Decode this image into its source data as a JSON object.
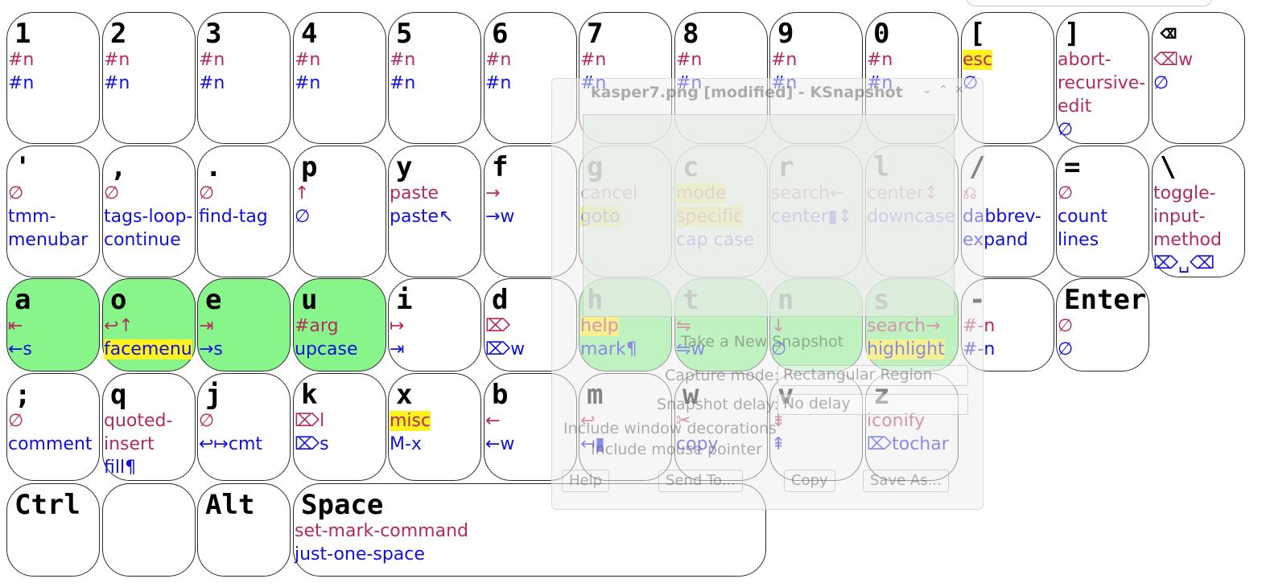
{
  "colors": {
    "primary": "#b32a5f",
    "secondary": "#0f10e0",
    "highlight": "#fff21f",
    "home_key": "#88f58a"
  },
  "keyboard": {
    "rows": [
      [
        {
          "label": "1",
          "lines": [
            {
              "text": "#n",
              "color": "primary"
            },
            {
              "text": "#n",
              "color": "secondary"
            }
          ]
        },
        {
          "label": "2",
          "lines": [
            {
              "text": "#n",
              "color": "primary"
            },
            {
              "text": "#n",
              "color": "secondary"
            }
          ]
        },
        {
          "label": "3",
          "lines": [
            {
              "text": "#n",
              "color": "primary"
            },
            {
              "text": "#n",
              "color": "secondary"
            }
          ]
        },
        {
          "label": "4",
          "lines": [
            {
              "text": "#n",
              "color": "primary"
            },
            {
              "text": "#n",
              "color": "secondary"
            }
          ]
        },
        {
          "label": "5",
          "lines": [
            {
              "text": "#n",
              "color": "primary"
            },
            {
              "text": "#n",
              "color": "secondary"
            }
          ]
        },
        {
          "label": "6",
          "lines": [
            {
              "text": "#n",
              "color": "primary"
            },
            {
              "text": "#n",
              "color": "secondary"
            }
          ]
        },
        {
          "label": "7",
          "lines": [
            {
              "text": "#n",
              "color": "primary"
            },
            {
              "text": "#n",
              "color": "secondary"
            }
          ]
        },
        {
          "label": "8",
          "lines": [
            {
              "text": "#n",
              "color": "primary"
            },
            {
              "text": "#n",
              "color": "secondary"
            }
          ]
        },
        {
          "label": "9",
          "lines": [
            {
              "text": "#n",
              "color": "primary"
            },
            {
              "text": "#n",
              "color": "secondary"
            }
          ]
        },
        {
          "label": "0",
          "lines": [
            {
              "text": "#n",
              "color": "primary"
            },
            {
              "text": "#n",
              "color": "secondary"
            }
          ]
        },
        {
          "label": "[",
          "lines": [
            {
              "text": "esc",
              "color": "primary",
              "hl": true
            },
            {
              "text": "∅",
              "color": "secondary"
            }
          ]
        },
        {
          "label": "]",
          "lines": [
            {
              "text": "abort-",
              "color": "primary"
            },
            {
              "text": "recursive-",
              "color": "primary"
            },
            {
              "text": "edit",
              "color": "primary"
            },
            {
              "text": "∅",
              "color": "secondary"
            }
          ]
        },
        {
          "label": "⌫",
          "lines": [
            {
              "text": "⌫w",
              "color": "primary"
            },
            {
              "text": "∅",
              "color": "secondary"
            }
          ]
        }
      ],
      [
        {
          "label": "'",
          "lines": [
            {
              "text": "∅",
              "color": "primary"
            },
            {
              "text": "tmm-",
              "color": "secondary"
            },
            {
              "text": "menubar",
              "color": "secondary"
            }
          ]
        },
        {
          "label": ",",
          "lines": [
            {
              "text": "∅",
              "color": "primary"
            },
            {
              "text": "tags-loop-",
              "color": "secondary"
            },
            {
              "text": "continue",
              "color": "secondary"
            }
          ]
        },
        {
          "label": ".",
          "lines": [
            {
              "text": "∅",
              "color": "primary"
            },
            {
              "text": "find-tag",
              "color": "secondary"
            }
          ]
        },
        {
          "label": "p",
          "lines": [
            {
              "text": "↑",
              "color": "primary"
            },
            {
              "text": "∅",
              "color": "secondary"
            }
          ]
        },
        {
          "label": "y",
          "lines": [
            {
              "text": "paste",
              "color": "primary"
            },
            {
              "text": "paste↖",
              "color": "secondary"
            }
          ]
        },
        {
          "label": "f",
          "lines": [
            {
              "text": "→",
              "color": "primary"
            },
            {
              "text": "→w",
              "color": "secondary"
            }
          ]
        },
        {
          "label": "g",
          "lines": [
            {
              "text": "cancel",
              "color": "primary"
            },
            {
              "text": "goto",
              "color": "secondary",
              "hl": true
            }
          ]
        },
        {
          "label": "c",
          "lines": [
            {
              "text": "mode",
              "color": "primary",
              "hl": true
            },
            {
              "text": "specific",
              "color": "primary",
              "hl": true
            },
            {
              "text": "cap case",
              "color": "secondary"
            }
          ]
        },
        {
          "label": "r",
          "lines": [
            {
              "text": "search←",
              "color": "primary"
            },
            {
              "text": "center▮↕",
              "color": "secondary"
            }
          ]
        },
        {
          "label": "l",
          "lines": [
            {
              "text": "center↕",
              "color": "primary"
            },
            {
              "text": "downcase",
              "color": "secondary"
            }
          ]
        },
        {
          "label": "/",
          "lines": [
            {
              "text": "⎌",
              "color": "primary"
            },
            {
              "text": "dabbrev-",
              "color": "secondary"
            },
            {
              "text": "expand",
              "color": "secondary"
            }
          ]
        },
        {
          "label": "=",
          "lines": [
            {
              "text": "∅",
              "color": "primary"
            },
            {
              "text": "count",
              "color": "secondary"
            },
            {
              "text": "lines",
              "color": "secondary"
            }
          ]
        },
        {
          "label": "\\",
          "lines": [
            {
              "text": "toggle-",
              "color": "primary"
            },
            {
              "text": "input-",
              "color": "primary"
            },
            {
              "text": "method",
              "color": "primary"
            },
            {
              "text": "⌦␣⌫",
              "color": "secondary"
            }
          ]
        }
      ],
      [
        {
          "label": "a",
          "green": true,
          "lines": [
            {
              "text": "⇤",
              "color": "primary"
            },
            {
              "text": "←s",
              "color": "secondary"
            }
          ]
        },
        {
          "label": "o",
          "green": true,
          "lines": [
            {
              "text": "↩↑",
              "color": "primary"
            },
            {
              "text": "facemenu",
              "color": "secondary",
              "hl": true
            }
          ]
        },
        {
          "label": "e",
          "green": true,
          "lines": [
            {
              "text": "⇥",
              "color": "primary"
            },
            {
              "text": "→s",
              "color": "secondary"
            }
          ]
        },
        {
          "label": "u",
          "green": true,
          "lines": [
            {
              "text": "#arg",
              "color": "primary"
            },
            {
              "text": "upcase",
              "color": "secondary"
            }
          ]
        },
        {
          "label": "i",
          "lines": [
            {
              "text": "↦",
              "color": "primary"
            },
            {
              "text": "⇥",
              "color": "secondary"
            }
          ]
        },
        {
          "label": "d",
          "lines": [
            {
              "text": "⌦",
              "color": "primary"
            },
            {
              "text": "⌦w",
              "color": "secondary"
            }
          ]
        },
        {
          "label": "h",
          "green": true,
          "lines": [
            {
              "text": "help",
              "color": "primary",
              "hl": true
            },
            {
              "text": "mark¶",
              "color": "secondary"
            }
          ]
        },
        {
          "label": "t",
          "green": true,
          "lines": [
            {
              "text": "⇋",
              "color": "primary"
            },
            {
              "text": "⇋w",
              "color": "secondary"
            }
          ]
        },
        {
          "label": "n",
          "green": true,
          "lines": [
            {
              "text": "↓",
              "color": "primary"
            },
            {
              "text": "∅",
              "color": "secondary"
            }
          ]
        },
        {
          "label": "s",
          "green": true,
          "lines": [
            {
              "text": "search→",
              "color": "primary"
            },
            {
              "text": "highlight",
              "color": "secondary",
              "hl": true
            }
          ]
        },
        {
          "label": "-",
          "lines": [
            {
              "text": "#-n",
              "color": "primary"
            },
            {
              "text": "#-n",
              "color": "secondary"
            }
          ]
        },
        {
          "label": "Enter",
          "lines": [
            {
              "text": "∅",
              "color": "primary"
            },
            {
              "text": "∅",
              "color": "secondary"
            }
          ]
        }
      ],
      [
        {
          "label": ";",
          "lines": [
            {
              "text": "∅",
              "color": "primary"
            },
            {
              "text": "comment",
              "color": "secondary"
            }
          ]
        },
        {
          "label": "q",
          "lines": [
            {
              "text": "quoted-",
              "color": "primary"
            },
            {
              "text": "insert",
              "color": "primary"
            },
            {
              "text": "fill¶",
              "color": "secondary"
            }
          ]
        },
        {
          "label": "j",
          "lines": [
            {
              "text": "∅",
              "color": "primary"
            },
            {
              "text": "↩↦cmt",
              "color": "secondary"
            }
          ]
        },
        {
          "label": "k",
          "lines": [
            {
              "text": "⌦l",
              "color": "primary"
            },
            {
              "text": "⌦s",
              "color": "secondary"
            }
          ]
        },
        {
          "label": "x",
          "lines": [
            {
              "text": "misc",
              "color": "primary",
              "hl": true
            },
            {
              "text": "M-x",
              "color": "secondary"
            }
          ]
        },
        {
          "label": "b",
          "lines": [
            {
              "text": "←",
              "color": "primary"
            },
            {
              "text": "←w",
              "color": "secondary"
            }
          ]
        },
        {
          "label": "m",
          "lines": [
            {
              "text": "↩",
              "color": "primary"
            },
            {
              "text": "↤▮",
              "color": "secondary"
            }
          ]
        },
        {
          "label": "w",
          "lines": [
            {
              "text": "✂",
              "color": "primary"
            },
            {
              "text": "copy",
              "color": "secondary"
            }
          ]
        },
        {
          "label": "v",
          "lines": [
            {
              "text": "⇟",
              "color": "primary"
            },
            {
              "text": "⇞",
              "color": "secondary"
            }
          ]
        },
        {
          "label": "z",
          "lines": [
            {
              "text": "iconify",
              "color": "primary"
            },
            {
              "text": "⌦tochar",
              "color": "secondary"
            }
          ]
        }
      ],
      [
        {
          "label": "Ctrl",
          "lines": []
        },
        {
          "label": "",
          "lines": []
        },
        {
          "label": "Alt",
          "lines": []
        },
        {
          "label": "Space",
          "wide": true,
          "lines": [
            {
              "text": "set-mark-command",
              "color": "primary"
            },
            {
              "text": "just-one-space",
              "color": "secondary"
            }
          ]
        }
      ]
    ]
  },
  "ghost_window": {
    "title": "kasper7.png [modified] - KSnapshot",
    "new_snapshot": "Take a New Snapshot",
    "capture_mode_label": "Capture mode:",
    "capture_mode_value": "Rectangular Region",
    "delay_label": "Snapshot delay:",
    "delay_value": "No delay",
    "include_decorations": "Include window decorations",
    "include_pointer": "Include mouse pointer",
    "buttons": [
      "Help",
      "Send To...",
      "Copy",
      "Save As..."
    ]
  }
}
